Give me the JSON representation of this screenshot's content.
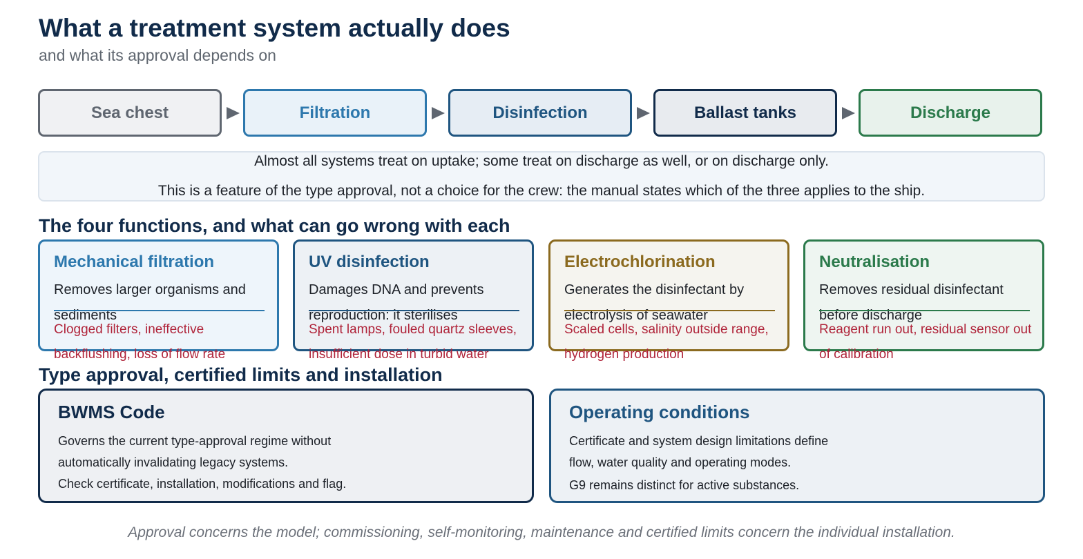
{
  "header": {
    "title": "What a treatment system actually does",
    "subtitle": "and what its approval depends on"
  },
  "flow": {
    "steps": [
      {
        "label": "Sea chest"
      },
      {
        "label": "Filtration"
      },
      {
        "label": "Disinfection"
      },
      {
        "label": "Ballast tanks"
      },
      {
        "label": "Discharge"
      }
    ],
    "note_line1": "Almost all systems treat on uptake; some treat on discharge as well, or on discharge only.",
    "note_line2": "This is a feature of the type approval, not a choice for the crew: the manual states which of the three applies to the ship."
  },
  "functions": {
    "heading": "The four functions, and what can go wrong with each",
    "cards": [
      {
        "title": "Mechanical filtration",
        "desc": "Removes larger organisms and sediments",
        "risk": "Clogged filters, ineffective backflushing, loss of flow rate"
      },
      {
        "title": "UV disinfection",
        "desc": "Damages DNA and prevents reproduction: it sterilises",
        "risk": "Spent lamps, fouled quartz sleeves, insufficient dose in turbid water"
      },
      {
        "title": "Electrochlorination",
        "desc": "Generates the disinfectant by electrolysis of seawater",
        "risk": "Scaled cells, salinity outside range, hydrogen production"
      },
      {
        "title": "Neutralisation",
        "desc": "Removes residual disinfectant before discharge",
        "risk": "Reagent run out, residual sensor out of calibration"
      }
    ]
  },
  "approval": {
    "heading": "Type approval, certified limits and installation",
    "left": {
      "title": "BWMS Code",
      "line1": "Governs the current type-approval regime without",
      "line2": "automatically invalidating legacy systems.",
      "line3": "Check certificate, installation, modifications and flag."
    },
    "right": {
      "title": "Operating conditions",
      "line1": "Certificate and system design limitations define",
      "line2": "flow, water quality and operating modes.",
      "line3": "G9 remains distinct for active substances."
    }
  },
  "footer": "Approval concerns the model; commissioning, self-monitoring, maintenance and certified limits concern the individual installation.",
  "colors": {
    "navy": "#112b4a",
    "grey": "#5f6670",
    "blue": "#2d78ad",
    "steel": "#1f5580",
    "amber": "#8b6a1f",
    "green": "#2b7a4b",
    "risk_red": "#b0243a"
  }
}
